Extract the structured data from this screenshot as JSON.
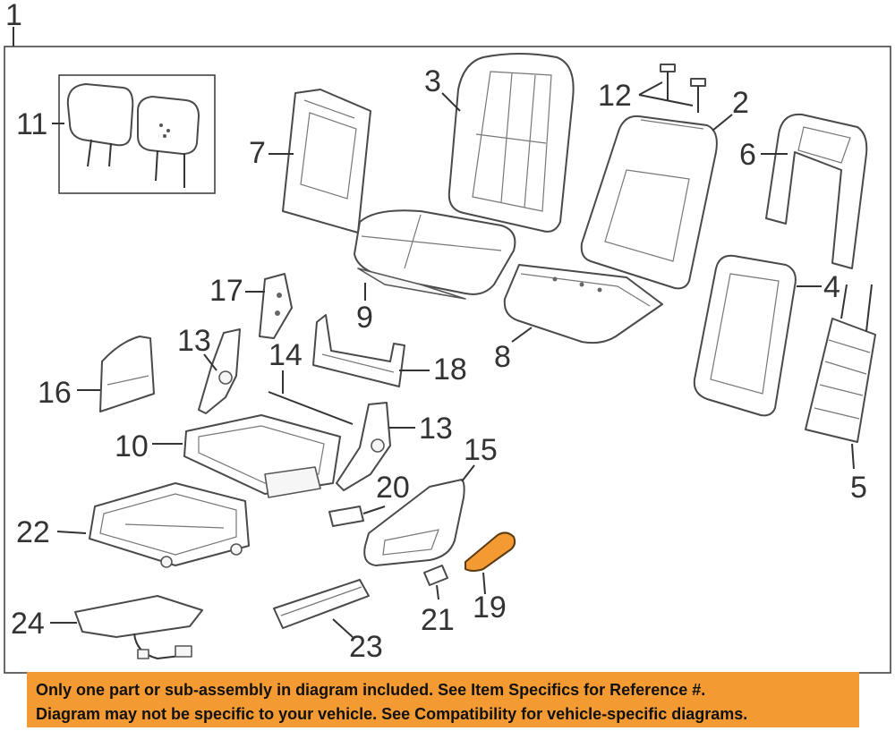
{
  "diagram": {
    "assembly_label": "1",
    "callouts": {
      "c2": "2",
      "c3": "3",
      "c4": "4",
      "c5": "5",
      "c6": "6",
      "c7": "7",
      "c8": "8",
      "c9": "9",
      "c10": "10",
      "c11": "11",
      "c12": "12",
      "c13a": "13",
      "c13b": "13",
      "c14": "14",
      "c15": "15",
      "c16": "16",
      "c17": "17",
      "c18": "18",
      "c19": "19",
      "c20": "20",
      "c21": "21",
      "c22": "22",
      "c23": "23",
      "c24": "24"
    },
    "highlighted_part": "19",
    "highlight_color": "#f39a33"
  },
  "disclaimer": {
    "line1": "Only one part or sub-assembly in diagram included. See Item Specifics for Reference #.",
    "line2": "Diagram may not be specific to your vehicle. See Compatibility for vehicle-specific diagrams.",
    "background": "#f39a33"
  }
}
